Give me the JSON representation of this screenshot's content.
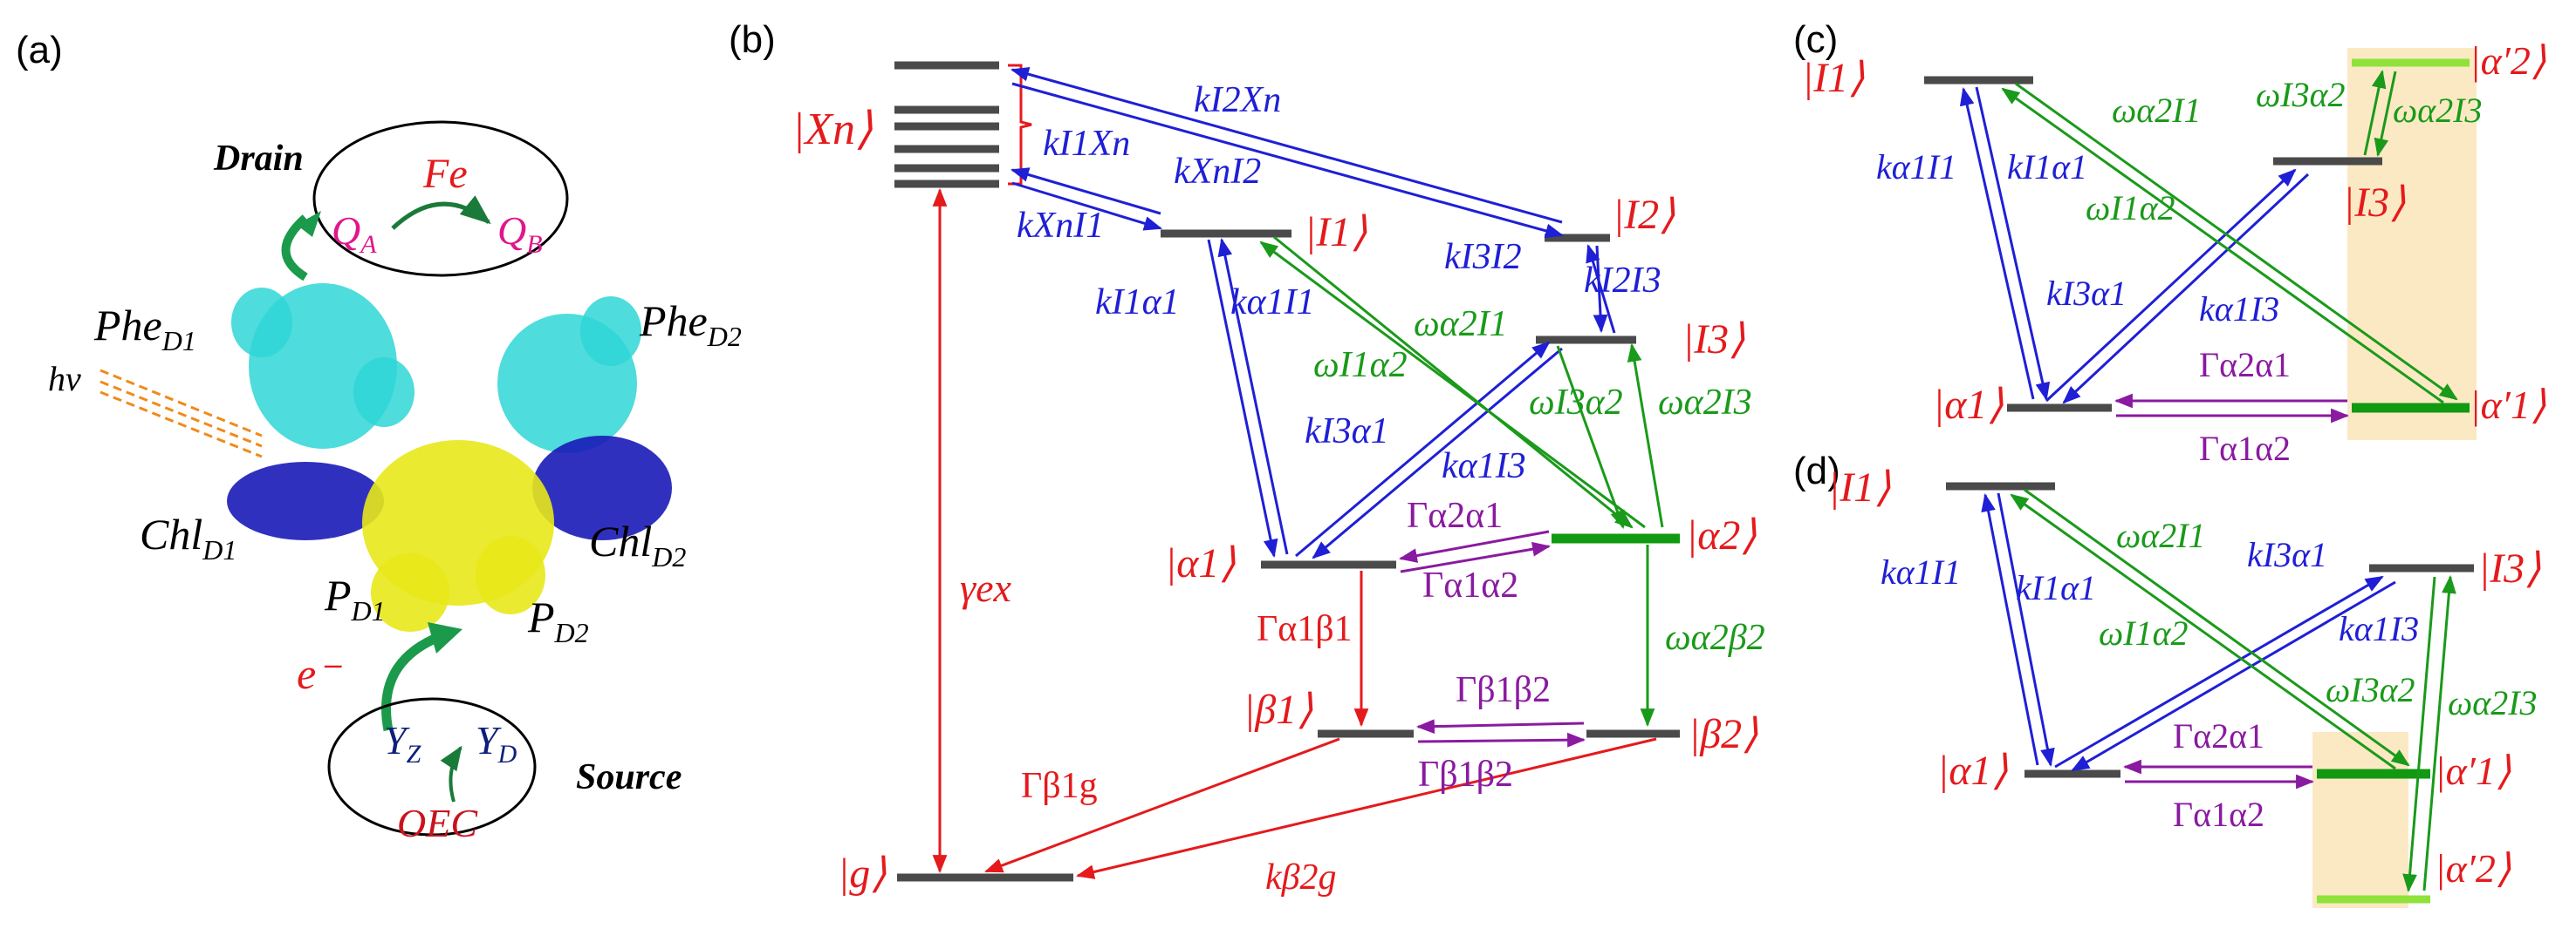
{
  "panels": {
    "a": "(a)",
    "b": "(b)",
    "c": "(c)",
    "d": "(d)"
  },
  "colors": {
    "level": "#4a4a4a",
    "red": "#e41a1c",
    "blue": "#1f1fd6",
    "green": "#1a9a1a",
    "purple": "#8a1aa0",
    "cyan": "#2fd6d6",
    "yellow": "#e8e81a",
    "chl": "#1a1ab8",
    "highlight": "#fbe9c4",
    "lightgreen": "#8ee23a"
  },
  "panel_a": {
    "drain": {
      "label": "Drain",
      "fe": "Fe",
      "qa": "Q",
      "qa_sub": "A",
      "qb": "Q",
      "qb_sub": "B"
    },
    "source": {
      "label": "Source",
      "yz": "Y",
      "yz_sub": "Z",
      "yd": "Y",
      "yd_sub": "D",
      "oec": "OEC"
    },
    "phe_d1": "Phe",
    "phe_d1_sub": "D1",
    "phe_d2": "Phe",
    "phe_d2_sub": "D2",
    "chl_d1": "Chl",
    "chl_d1_sub": "D1",
    "chl_d2": "Chl",
    "chl_d2_sub": "D2",
    "p_d1": "P",
    "p_d1_sub": "D1",
    "p_d2": "P",
    "p_d2_sub": "D2",
    "hv": "hν",
    "electron": "e⁻"
  },
  "panel_b": {
    "states": {
      "xn": "|Xn⟩",
      "i1": "|I1⟩",
      "i2": "|I2⟩",
      "i3": "|I3⟩",
      "a1": "|α1⟩",
      "a2": "|α2⟩",
      "b1": "|β1⟩",
      "b2": "|β2⟩",
      "g": "|g⟩"
    },
    "rates": {
      "k_i2xn": "kI2Xn",
      "k_i1xn": "kI1Xn",
      "k_xni2": "kXnI2",
      "k_xni1": "kXnI1",
      "k_i3i2": "kI3I2",
      "k_i2i3": "kI2I3",
      "k_i1a1": "kI1α1",
      "k_a1i1": "kα1I1",
      "w_a2i1": "ωα2I1",
      "w_i1a2": "ωI1α2",
      "w_i3a2": "ωI3α2",
      "w_a2i3": "ωα2I3",
      "k_i3a1": "kI3α1",
      "k_a1i3": "kα1I3",
      "G_a2a1": "Γα2α1",
      "G_a1a2": "Γα1α2",
      "G_a1b1": "Γα1β1",
      "w_a2b2": "ωα2β2",
      "G_b1b2_top": "Γβ1β2",
      "G_b1b2_bot": "Γβ1β2",
      "gamma_ex": "γex",
      "G_b1g": "Γβ1g",
      "k_b2g": "kβ2g"
    }
  },
  "panel_c": {
    "states": {
      "i1": "|I1⟩",
      "i3": "|I3⟩",
      "a1": "|α1⟩",
      "a1p": "|α′1⟩",
      "a2p": "|α′2⟩"
    },
    "rates": {
      "k_a1i1": "kα1I1",
      "k_i1a1": "kI1α1",
      "w_a2i1": "ωα2I1",
      "w_i1a2": "ωI1α2",
      "w_i3a2": "ωI3α2",
      "w_a2i3": "ωα2I3",
      "k_i3a1": "kI3α1",
      "k_a1i3": "kα1I3",
      "G_a2a1": "Γα2α1",
      "G_a1a2": "Γα1α2"
    }
  },
  "panel_d": {
    "states": {
      "i1": "|I1⟩",
      "i3": "|I3⟩",
      "a1": "|α1⟩",
      "a1p": "|α′1⟩",
      "a2p": "|α′2⟩"
    },
    "rates": {
      "k_a1i1": "kα1I1",
      "k_i1a1": "kI1α1",
      "w_a2i1": "ωα2I1",
      "w_i1a2": "ωI1α2",
      "k_i3a1": "kI3α1",
      "k_a1i3": "kα1I3",
      "w_i3a2": "ωI3α2",
      "w_a2i3": "ωα2I3",
      "G_a2a1": "Γα2α1",
      "G_a1a2": "Γα1α2"
    }
  }
}
